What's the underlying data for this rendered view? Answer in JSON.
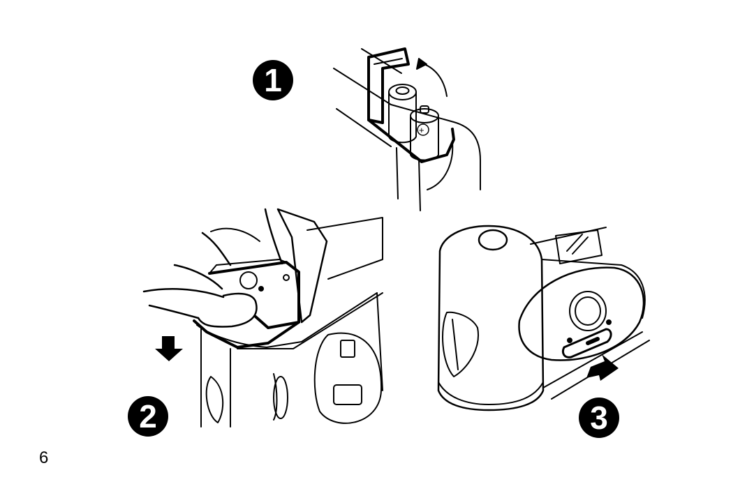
{
  "steps": [
    {
      "number": "1"
    },
    {
      "number": "2"
    },
    {
      "number": "3"
    }
  ],
  "battery_polarity_mark": "+",
  "page_number": "6"
}
